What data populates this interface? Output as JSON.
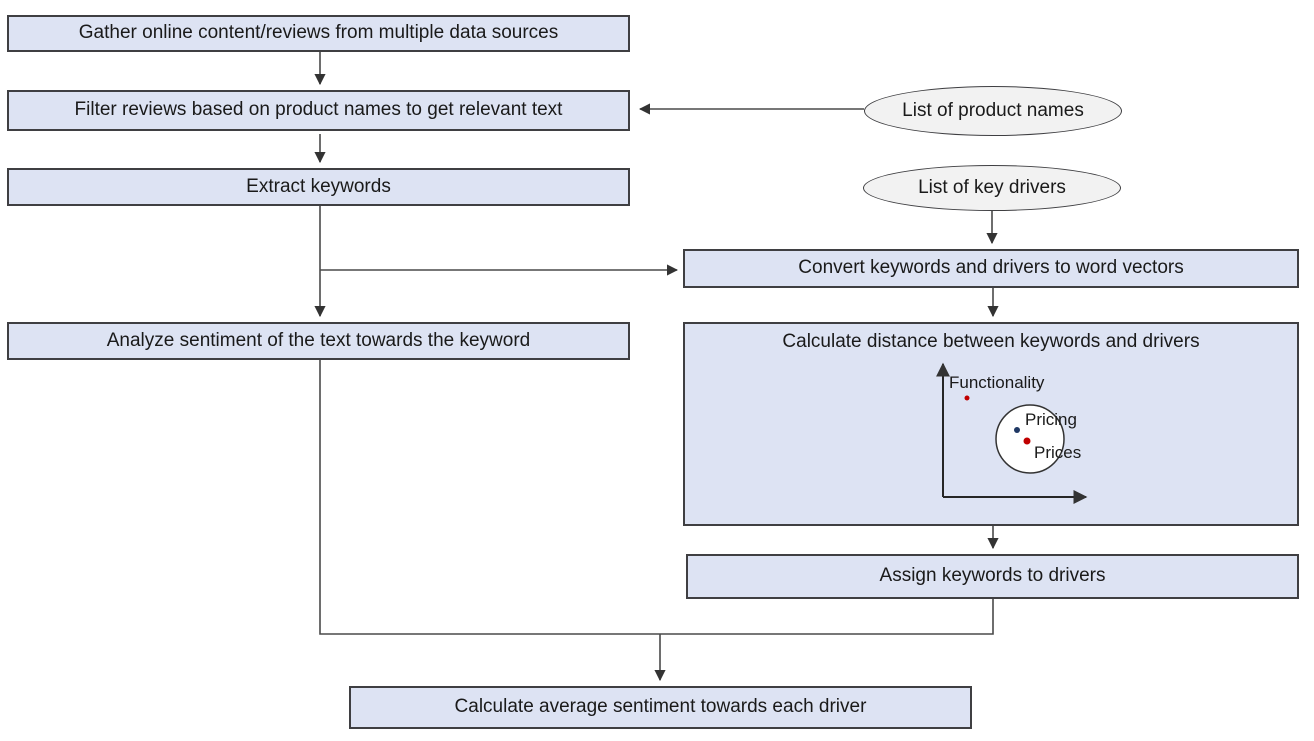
{
  "nodes": {
    "gather": "Gather online content/reviews from multiple data sources",
    "filter": "Filter reviews based on product names to get relevant text",
    "extract": "Extract keywords",
    "analyze": "Analyze sentiment of the text towards the keyword",
    "convert": "Convert keywords and drivers to word vectors",
    "distance": "Calculate distance between keywords and drivers",
    "assign": "Assign keywords to drivers",
    "average": "Calculate average sentiment towards each driver"
  },
  "data_inputs": {
    "product_names": "List of product names",
    "key_drivers": "List of key drivers"
  },
  "scatter": {
    "y_axis_label": "Functionality",
    "points": [
      {
        "id": "functionality-point",
        "color": "#c00000"
      },
      {
        "id": "pricing-point",
        "label": "Pricing",
        "color": "#1f3864"
      },
      {
        "id": "prices-point",
        "label": "Prices",
        "color": "#c00000"
      }
    ]
  },
  "colors": {
    "background": "#ffffff",
    "node_fill": "#dde3f3",
    "node_border": "#3f3f42",
    "ellipse_fill": "#f2f2f2",
    "connector": "#4a4a4a",
    "axis": "#262626",
    "text": "#1a1a1a"
  }
}
